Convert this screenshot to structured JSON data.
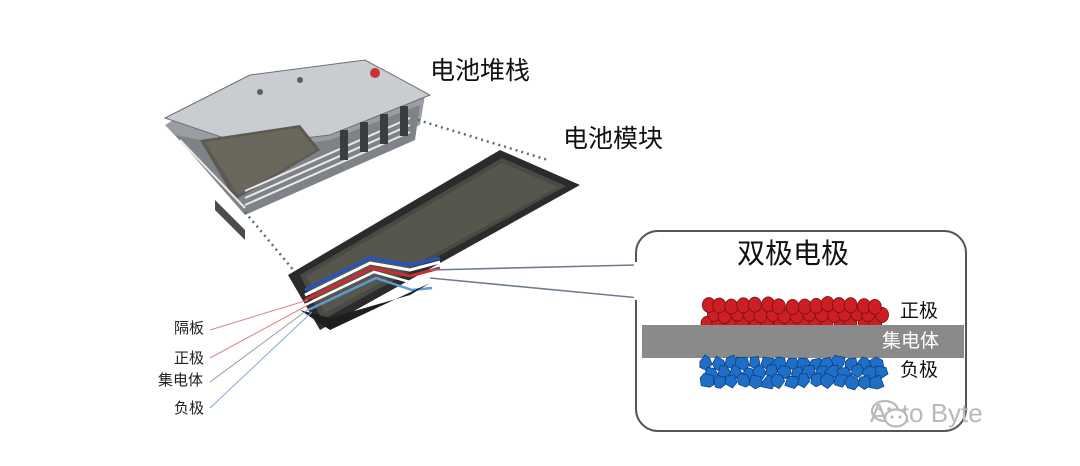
{
  "labels": {
    "stack": "电池堆栈",
    "module": "电池模块",
    "separator": "隔板",
    "positive": "正极",
    "collector": "集电体",
    "negative": "负极"
  },
  "callout": {
    "title": "双极电极",
    "positive": "正极",
    "collector": "集电体",
    "negative": "负极"
  },
  "colors": {
    "positive_particles": "#cc1f24",
    "negative_particles": "#1f6fc8",
    "collector_bar": "#8a8a8a",
    "callout_border": "#555555",
    "module_frame": "#2b2b2b",
    "module_inner": "#4a4a44"
  },
  "watermark": {
    "icon": "wechat-icon",
    "text": "Auto Byte"
  }
}
